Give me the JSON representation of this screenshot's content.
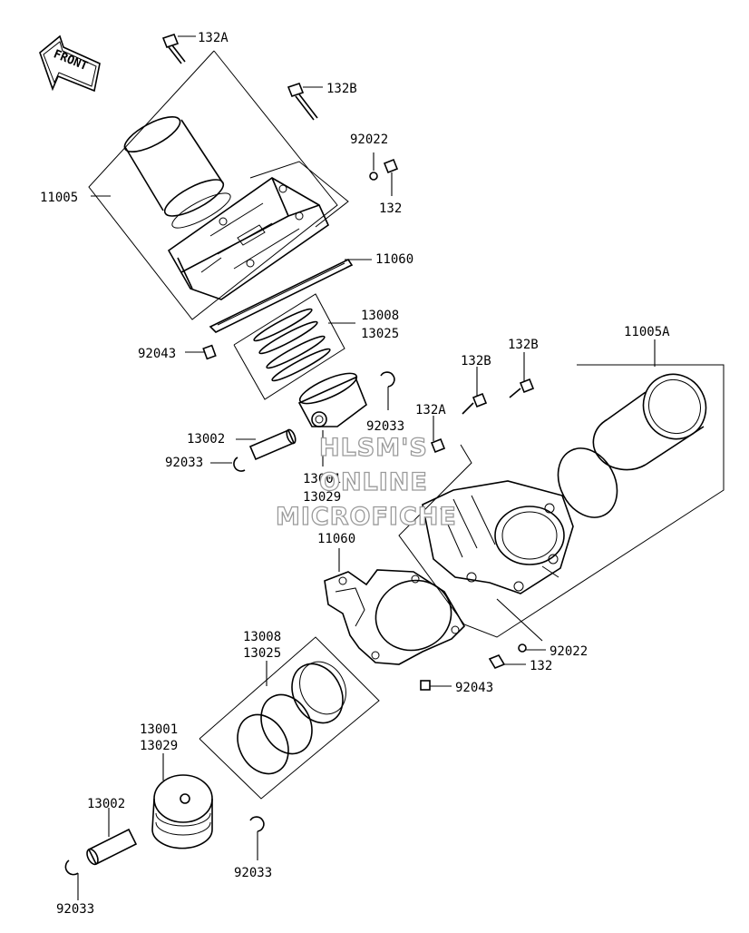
{
  "front_tag": "FRONT",
  "callouts": {
    "upper_132A": "132A",
    "upper_132B": "132B",
    "upper_92022": "92022",
    "upper_132": "132",
    "upper_11005": "11005",
    "upper_11060": "11060",
    "upper_13008": "13008",
    "upper_13025": "13025",
    "upper_92043": "92043",
    "upper_92033_a": "92033",
    "upper_13002": "13002",
    "upper_92033_b": "92033",
    "upper_13001": "13001",
    "upper_13029": "13029",
    "lower_11005A": "11005A",
    "lower_132B_a": "132B",
    "lower_132B_b": "132B",
    "lower_132A": "132A",
    "lower_11060": "11060",
    "lower_92022": "92022",
    "lower_132": "132",
    "lower_92043": "92043",
    "lower_13008": "13008",
    "lower_13025": "13025",
    "lower_13001": "13001",
    "lower_13029": "13029",
    "lower_13002": "13002",
    "lower_92033_a": "92033",
    "lower_92033_b": "92033"
  },
  "watermark": [
    "HLSM'S",
    "ONLINE",
    "MICROFICHE"
  ]
}
